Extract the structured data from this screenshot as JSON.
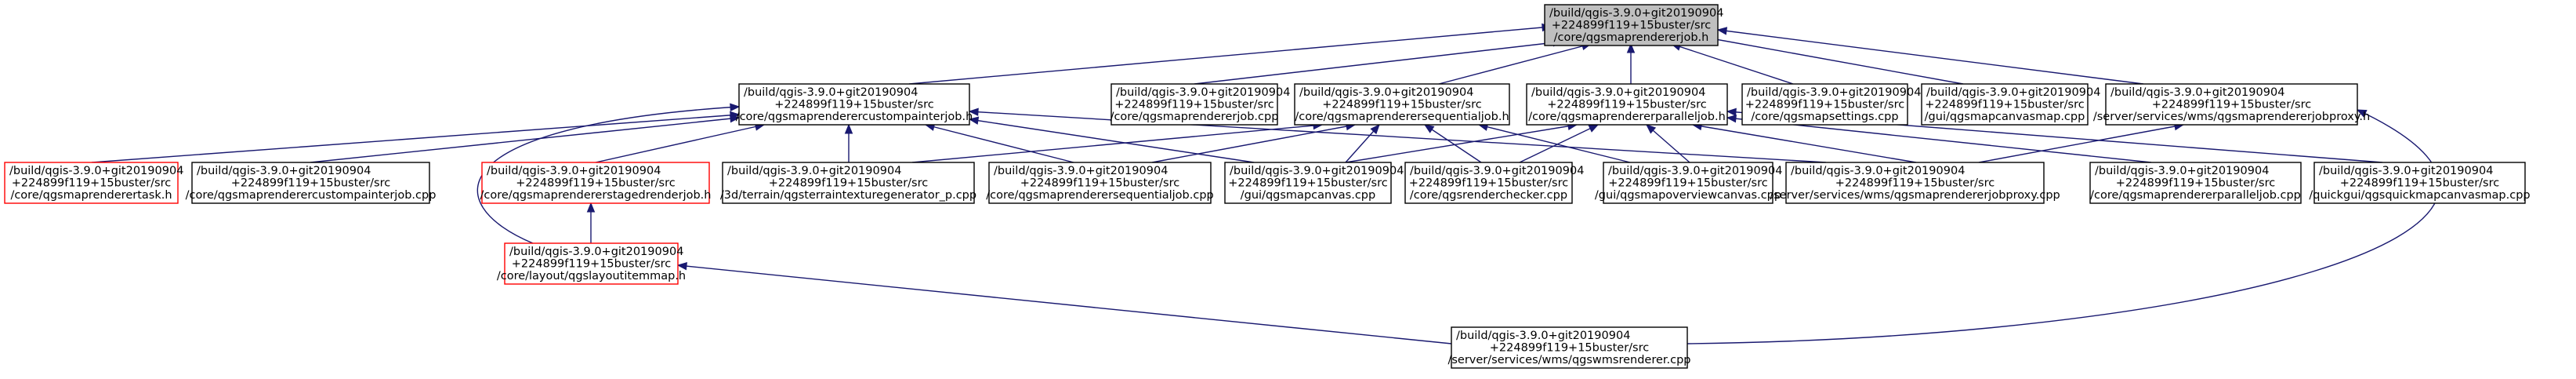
{
  "diagram": {
    "type": "include-dependency-graph",
    "colors": {
      "edge": "#191970",
      "node_border": "#000000",
      "node_border_truncated": "#ff0000",
      "focus_fill": "#bfbfbf",
      "node_fill": "#ffffff"
    },
    "nodes": [
      {
        "id": "job_h",
        "lines": [
          "/build/qgis-3.9.0+git20190904",
          "+224899f119+15buster/src",
          "/core/qgsmaprendererjob.h"
        ],
        "focus": true
      },
      {
        "id": "custompainter_h",
        "lines": [
          "/build/qgis-3.9.0+git20190904",
          "+224899f119+15buster/src",
          "/core/qgsmaprenderercustompainterjob.h"
        ]
      },
      {
        "id": "job_cpp",
        "lines": [
          "/build/qgis-3.9.0+git20190904",
          "+224899f119+15buster/src",
          "/core/qgsmaprendererjob.cpp"
        ]
      },
      {
        "id": "sequential_h",
        "lines": [
          "/build/qgis-3.9.0+git20190904",
          "+224899f119+15buster/src",
          "/core/qgsmaprenderersequentialjob.h"
        ]
      },
      {
        "id": "parallel_h",
        "lines": [
          "/build/qgis-3.9.0+git20190904",
          "+224899f119+15buster/src",
          "/core/qgsmaprendererparalleljob.h"
        ]
      },
      {
        "id": "mapsettings_cpp",
        "lines": [
          "/build/qgis-3.9.0+git20190904",
          "+224899f119+15buster/src",
          "/core/qgsmapsettings.cpp"
        ]
      },
      {
        "id": "mapcanvasmap_cpp",
        "lines": [
          "/build/qgis-3.9.0+git20190904",
          "+224899f119+15buster/src",
          "/gui/qgsmapcanvasmap.cpp"
        ]
      },
      {
        "id": "jobproxy_h",
        "lines": [
          "/build/qgis-3.9.0+git20190904",
          "+224899f119+15buster/src",
          "/server/services/wms/qgsmaprendererjobproxy.h"
        ]
      },
      {
        "id": "renderertask_h",
        "lines": [
          "/build/qgis-3.9.0+git20190904",
          "+224899f119+15buster/src",
          "/core/qgsmaprenderertask.h"
        ],
        "truncated": true
      },
      {
        "id": "custompainter_cpp",
        "lines": [
          "/build/qgis-3.9.0+git20190904",
          "+224899f119+15buster/src",
          "/core/qgsmaprenderercustompainterjob.cpp"
        ]
      },
      {
        "id": "staged_h",
        "lines": [
          "/build/qgis-3.9.0+git20190904",
          "+224899f119+15buster/src",
          "/core/qgsmaprendererstagedrenderjob.h"
        ],
        "truncated": true
      },
      {
        "id": "terrain_cpp",
        "lines": [
          "/build/qgis-3.9.0+git20190904",
          "+224899f119+15buster/src",
          "/3d/terrain/qgsterraintexturegenerator_p.cpp"
        ]
      },
      {
        "id": "sequential_cpp",
        "lines": [
          "/build/qgis-3.9.0+git20190904",
          "+224899f119+15buster/src",
          "/core/qgsmaprenderersequentialjob.cpp"
        ]
      },
      {
        "id": "mapcanvas_cpp",
        "lines": [
          "/build/qgis-3.9.0+git20190904",
          "+224899f119+15buster/src",
          "/gui/qgsmapcanvas.cpp"
        ]
      },
      {
        "id": "renderchecker_cpp",
        "lines": [
          "/build/qgis-3.9.0+git20190904",
          "+224899f119+15buster/src",
          "/core/qgsrenderchecker.cpp"
        ]
      },
      {
        "id": "overview_cpp",
        "lines": [
          "/build/qgis-3.9.0+git20190904",
          "+224899f119+15buster/src",
          "/gui/qgsmapoverviewcanvas.cpp"
        ]
      },
      {
        "id": "jobproxy_cpp",
        "lines": [
          "/build/qgis-3.9.0+git20190904",
          "+224899f119+15buster/src",
          "/server/services/wms/qgsmaprendererjobproxy.cpp"
        ]
      },
      {
        "id": "parallel_cpp",
        "lines": [
          "/build/qgis-3.9.0+git20190904",
          "+224899f119+15buster/src",
          "/core/qgsmaprendererparalleljob.cpp"
        ]
      },
      {
        "id": "quickcanvas_cpp",
        "lines": [
          "/build/qgis-3.9.0+git20190904",
          "+224899f119+15buster/src",
          "/quickgui/qgsquickmapcanvasmap.cpp"
        ]
      },
      {
        "id": "layoutitemmap_h",
        "lines": [
          "/build/qgis-3.9.0+git20190904",
          "+224899f119+15buster/src",
          "/core/layout/qgslayoutitemmap.h"
        ],
        "truncated": true
      },
      {
        "id": "wmsrenderer_cpp",
        "lines": [
          "/build/qgis-3.9.0+git20190904",
          "+224899f119+15buster/src",
          "/server/services/wms/qgswmsrenderer.cpp"
        ]
      }
    ],
    "edges": [
      {
        "from": "custompainter_h",
        "to": "job_h"
      },
      {
        "from": "job_cpp",
        "to": "job_h"
      },
      {
        "from": "sequential_h",
        "to": "job_h"
      },
      {
        "from": "parallel_h",
        "to": "job_h"
      },
      {
        "from": "mapsettings_cpp",
        "to": "job_h"
      },
      {
        "from": "mapcanvasmap_cpp",
        "to": "job_h"
      },
      {
        "from": "jobproxy_h",
        "to": "job_h"
      },
      {
        "from": "renderertask_h",
        "to": "custompainter_h"
      },
      {
        "from": "custompainter_cpp",
        "to": "custompainter_h"
      },
      {
        "from": "staged_h",
        "to": "custompainter_h"
      },
      {
        "from": "terrain_cpp",
        "to": "custompainter_h"
      },
      {
        "from": "sequential_cpp",
        "to": "custompainter_h"
      },
      {
        "from": "mapcanvas_cpp",
        "to": "custompainter_h"
      },
      {
        "from": "jobproxy_cpp",
        "to": "custompainter_h"
      },
      {
        "from": "layoutitemmap_h",
        "to": "custompainter_h"
      },
      {
        "from": "terrain_cpp",
        "to": "sequential_h"
      },
      {
        "from": "sequential_cpp",
        "to": "sequential_h"
      },
      {
        "from": "mapcanvas_cpp",
        "to": "sequential_h"
      },
      {
        "from": "renderchecker_cpp",
        "to": "sequential_h"
      },
      {
        "from": "overview_cpp",
        "to": "sequential_h"
      },
      {
        "from": "mapcanvas_cpp",
        "to": "parallel_h"
      },
      {
        "from": "renderchecker_cpp",
        "to": "parallel_h"
      },
      {
        "from": "overview_cpp",
        "to": "parallel_h"
      },
      {
        "from": "jobproxy_cpp",
        "to": "parallel_h"
      },
      {
        "from": "parallel_cpp",
        "to": "parallel_h"
      },
      {
        "from": "quickcanvas_cpp",
        "to": "parallel_h"
      },
      {
        "from": "jobproxy_cpp",
        "to": "jobproxy_h"
      },
      {
        "from": "wmsrenderer_cpp",
        "to": "jobproxy_h"
      },
      {
        "from": "layoutitemmap_h",
        "to": "staged_h"
      },
      {
        "from": "wmsrenderer_cpp",
        "to": "layoutitemmap_h"
      }
    ]
  }
}
